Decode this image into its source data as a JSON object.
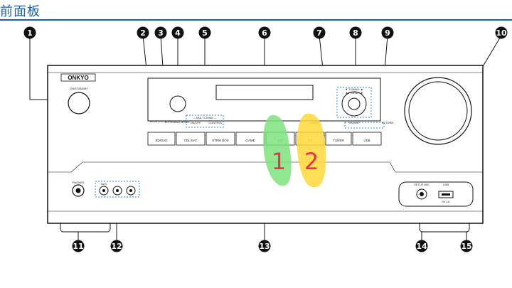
{
  "title": "前面板",
  "brand": "ONKYO",
  "callouts": [
    "1",
    "2",
    "3",
    "4",
    "5",
    "6",
    "7",
    "8",
    "9",
    "10",
    "11",
    "12",
    "13",
    "14",
    "15"
  ],
  "labels": {
    "standby": "ON/STANDBY",
    "bluetooth": "BLUETOOTH",
    "listening_mode": "LISTENING MODE",
    "multi_zone": "— MULTI ZONE —",
    "on_off": "ON/OFF",
    "control": "CONTROL",
    "home": "HOME",
    "enter": "ENTER",
    "return": "RETURN",
    "tuning": "▼ TUNING ▲",
    "preset": "◄ PRESET ►",
    "phones": "PHONES",
    "setup_mic": "SETUP MIC",
    "usb": "USB",
    "usb_rating": "5V 1A",
    "aux_inputs": "AUX"
  },
  "input_buttons": [
    "BD/DVD",
    "CBL/SAT",
    "STRM BOX",
    "GAME",
    "CD",
    "TV",
    "TUNER",
    "USB"
  ],
  "annotations": {
    "mark1": "1",
    "mark2": "2"
  },
  "colors": {
    "title": "#1f5fa8",
    "callout_fill": "#111111",
    "highlight_green": "#4fd64f",
    "highlight_yellow": "#ffd21f",
    "annotation_red": "#e8344a",
    "dotted": "#2a7fd4"
  }
}
